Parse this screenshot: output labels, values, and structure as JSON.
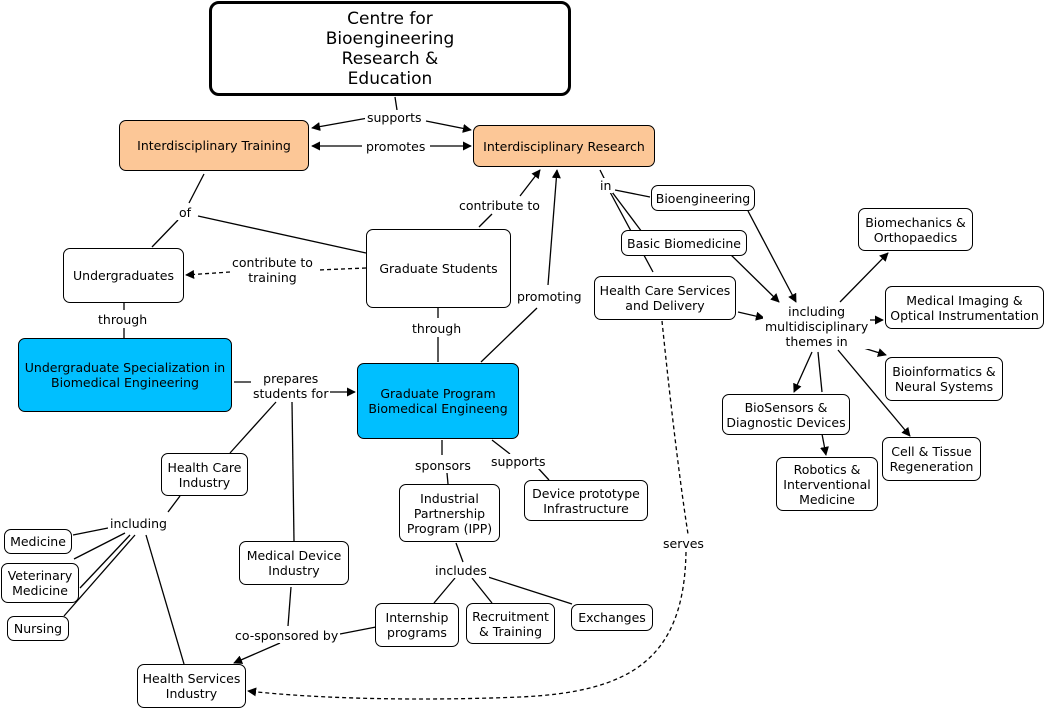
{
  "nodes": {
    "centre": "Centre for\nBioengineering\nResearch &\nEducation",
    "interdisciplinary_training": "Interdisciplinary Training",
    "interdisciplinary_research": "Interdisciplinary Research",
    "undergraduates": "Undergraduates",
    "graduate_students": "Graduate Students",
    "bioengineering": "Bioengineering",
    "basic_biomedicine": "Basic Biomedicine",
    "health_care_services": "Health Care Services\nand Delivery",
    "biomechanics": "Biomechanics &\nOrthopaedics",
    "medical_imaging": "Medical Imaging &\nOptical Instrumentation",
    "bioinformatics": "Bioinformatics &\nNeural Systems",
    "cell_tissue": "Cell & Tissue\nRegeneration",
    "biosensors": "BioSensors &\nDiagnostic Devices",
    "robotics": "Robotics &\nInterventional\nMedicine",
    "undergrad_specialization": "Undergraduate Specialization in\nBiomedical Engineering",
    "graduate_program": "Graduate Program\nBiomedical Engineeng",
    "health_care_industry": "Health Care\nIndustry",
    "medicine": "Medicine",
    "veterinary_medicine": "Veterinary\nMedicine",
    "nursing": "Nursing",
    "medical_device_industry": "Medical Device\nIndustry",
    "health_services_industry": "Health Services\nIndustry",
    "ipp": "Industrial\nPartnership\nProgram (IPP)",
    "device_prototype": "Device prototype\nInfrastructure",
    "internship": "Internship\nprograms",
    "recruitment": "Recruitment\n& Training",
    "exchanges": "Exchanges"
  },
  "links": {
    "supports_top": "supports",
    "promotes": "promotes",
    "of": "of",
    "in": "in",
    "contribute_to": "contribute to",
    "contribute_to_training": "contribute to\ntraining",
    "promoting": "promoting",
    "through_left": "through",
    "through_center": "through",
    "including_multidisciplinary": "including\nmultidisciplinary\nthemes in",
    "prepares_students_for": "prepares\nstudents for",
    "sponsors": "sponsors",
    "supports_bottom": "supports",
    "including_left": "including",
    "includes": "includes",
    "co_sponsored_by": "co-sponsored by",
    "serves": "serves"
  },
  "colors": {
    "training_research_fill": "#fcc797",
    "program_fill": "#00bfff"
  }
}
